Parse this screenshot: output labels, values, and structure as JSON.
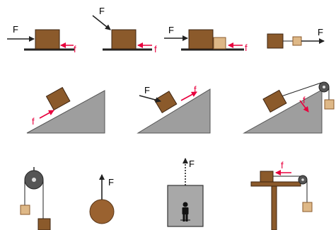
{
  "labels": {
    "force": "F",
    "friction": "f"
  },
  "colors": {
    "block": "#8b5a2b",
    "block_light": "#deb887",
    "friction": "#e8003d",
    "force": "#222222",
    "ground": "#222222",
    "incline": "#9e9e9e",
    "pulley": "#555555",
    "ball": "#9a6230",
    "elevator": "#a8a8a8",
    "person": "#111111"
  },
  "diagrams": [
    {
      "id": "push-horizontal"
    },
    {
      "id": "push-angled"
    },
    {
      "id": "push-two-blocks"
    },
    {
      "id": "pull-two-blocks"
    },
    {
      "id": "block-on-incline"
    },
    {
      "id": "push-on-incline"
    },
    {
      "id": "incline-with-pulley"
    },
    {
      "id": "atwood-machine"
    },
    {
      "id": "ball-lifted"
    },
    {
      "id": "elevator"
    },
    {
      "id": "table-pulley"
    }
  ]
}
